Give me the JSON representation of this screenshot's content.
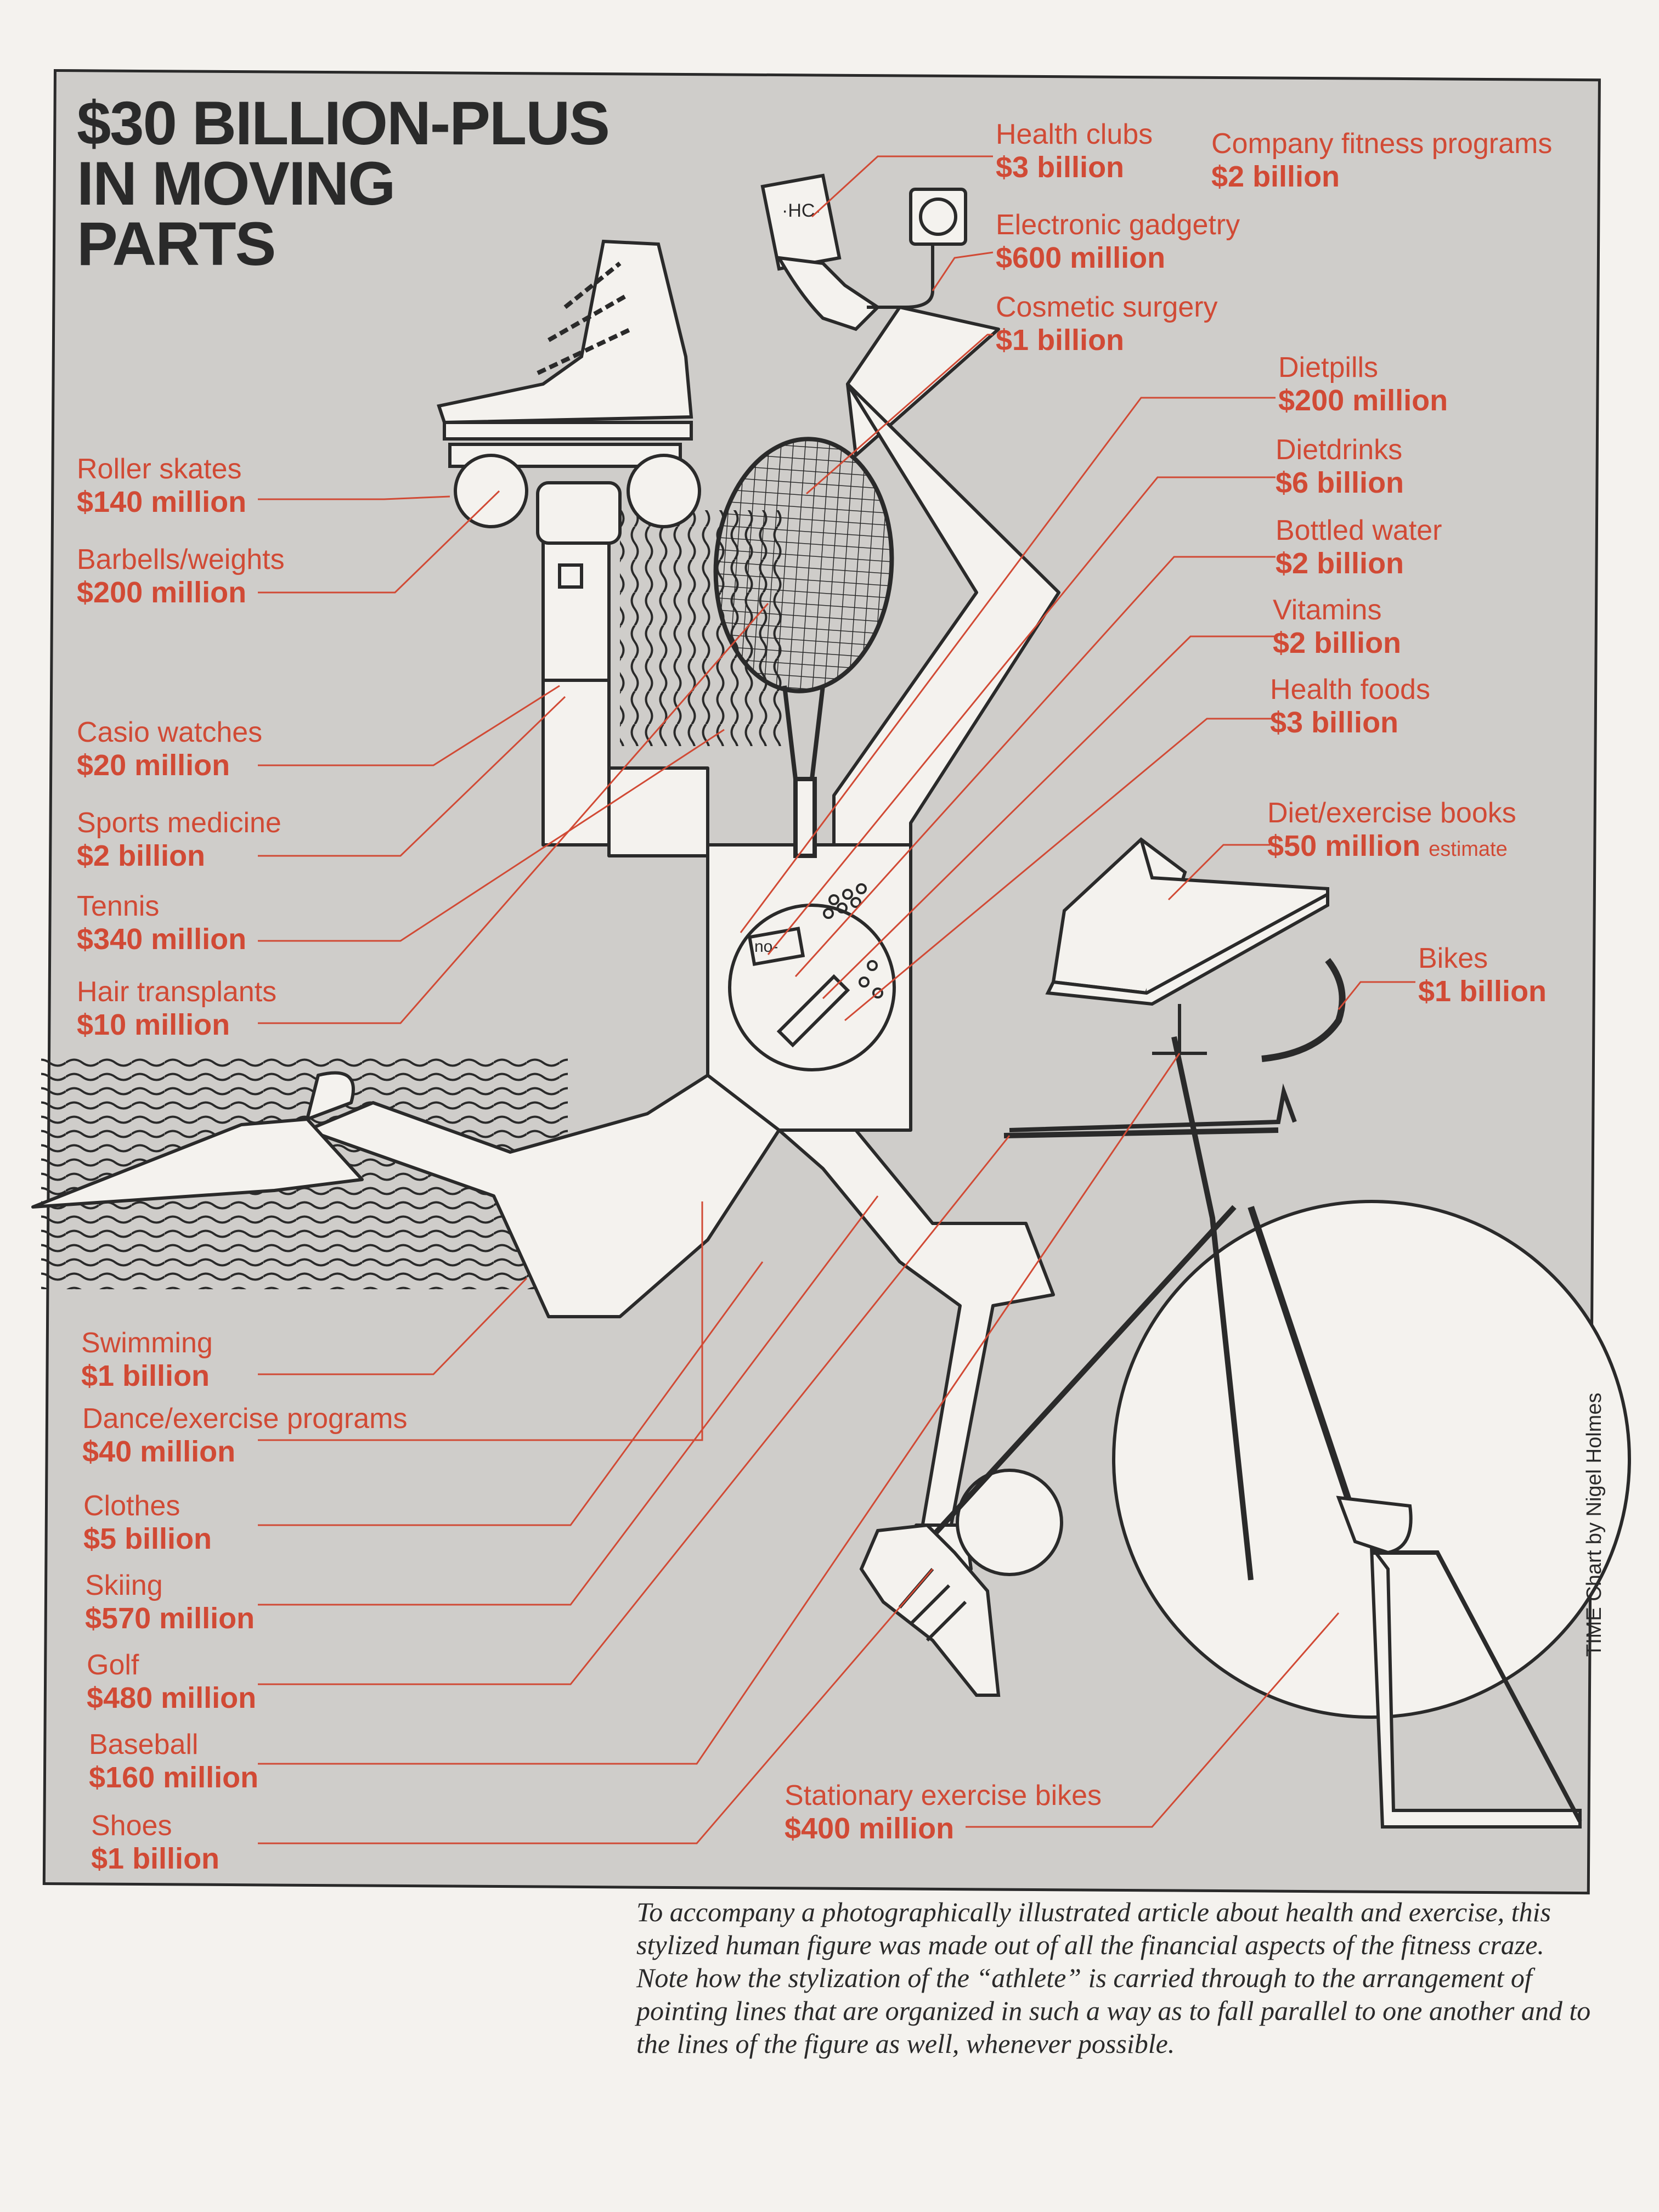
{
  "title": [
    "$30 BILLION-PLUS",
    "IN MOVING",
    "PARTS"
  ],
  "credit": "TIME Chart by Nigel Holmes",
  "caption": "To accompany a photographically illustrated article about health and exercise, this stylized human figure was made out of all the financial aspects of the fitness craze. Note how the stylization of the “athlete” is carried through to the arrangement of pointing lines that are organized in such a way as to fall parallel to one another and to the lines of the figure as well, whenever possible.",
  "colors": {
    "accent": "#d14a35",
    "panel": "#cfcdca",
    "ink": "#2a2a2a",
    "figure": "#f4f2ee"
  },
  "icons": [
    "roller-skate-icon",
    "barbell-icon",
    "tennis-racket-icon",
    "health-club-card-icon",
    "stopwatch-icon",
    "book-icon",
    "bicycle-icon",
    "golf-club-icon",
    "sneaker-icon",
    "bottle-icon",
    "pills-icon",
    "waves-icon",
    "ski-icon"
  ],
  "categories": [
    {
      "name": "Health clubs",
      "value": "$3 billion"
    },
    {
      "name": "Company fitness programs",
      "value": "$2 billion"
    },
    {
      "name": "Electronic gadgetry",
      "value": "$600 million"
    },
    {
      "name": "Cosmetic surgery",
      "value": "$1 billion"
    },
    {
      "name": "Dietpills",
      "value": "$200 million"
    },
    {
      "name": "Dietdrinks",
      "value": "$6 billion"
    },
    {
      "name": "Bottled water",
      "value": "$2 billion"
    },
    {
      "name": "Vitamins",
      "value": "$2 billion"
    },
    {
      "name": "Health foods",
      "value": "$3 billion"
    },
    {
      "name": "Diet/exercise books",
      "value": "$50 million",
      "note": "estimate"
    },
    {
      "name": "Bikes",
      "value": "$1 billion"
    },
    {
      "name": "Roller skates",
      "value": "$140 million"
    },
    {
      "name": "Barbells/weights",
      "value": "$200 million"
    },
    {
      "name": "Casio watches",
      "value": "$20 million"
    },
    {
      "name": "Sports medicine",
      "value": "$2 billion"
    },
    {
      "name": "Tennis",
      "value": "$340 million"
    },
    {
      "name": "Hair transplants",
      "value": "$10 million"
    },
    {
      "name": "Swimming",
      "value": "$1 billion"
    },
    {
      "name": "Dance/exercise programs",
      "value": "$40 million"
    },
    {
      "name": "Clothes",
      "value": "$5 billion"
    },
    {
      "name": "Skiing",
      "value": "$570 million"
    },
    {
      "name": "Golf",
      "value": "$480 million"
    },
    {
      "name": "Baseball",
      "value": "$160 million"
    },
    {
      "name": "Shoes",
      "value": "$1 billion"
    },
    {
      "name": "Stationary exercise bikes",
      "value": "$400 million"
    }
  ]
}
